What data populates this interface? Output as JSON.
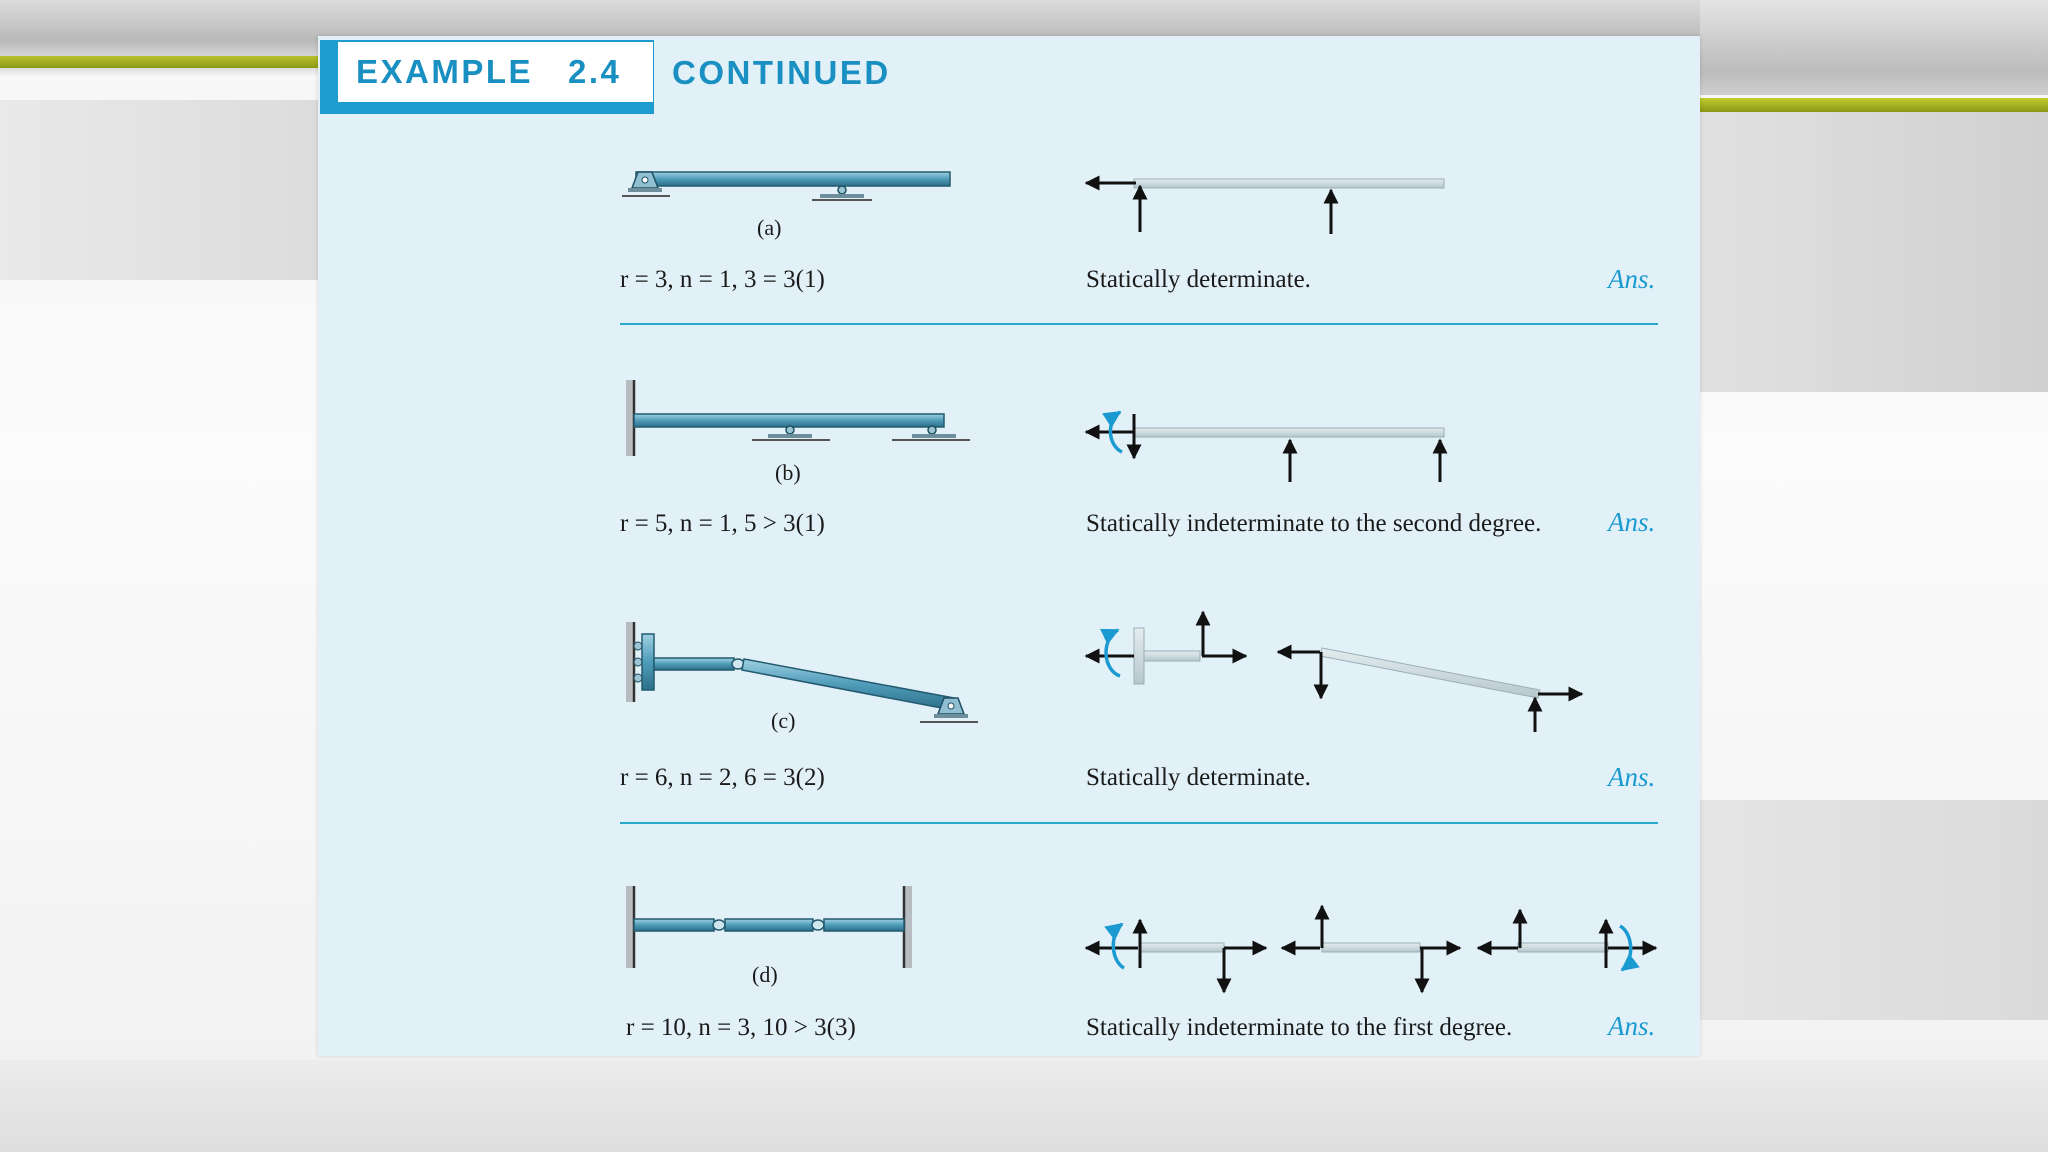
{
  "header": {
    "example": "EXAMPLE   2.4",
    "continued": "CONTINUED"
  },
  "rows": [
    {
      "label": "(a)",
      "equation": "r = 3, n = 1, 3 = 3(1)",
      "result": "Statically determinate.",
      "ans": "Ans."
    },
    {
      "label": "(b)",
      "equation": "r = 5, n = 1, 5 > 3(1)",
      "result": "Statically indeterminate to the second degree.",
      "ans": "Ans."
    },
    {
      "label": "(c)",
      "equation": "r = 6, n = 2, 6 = 3(2)",
      "result": "Statically determinate.",
      "ans": "Ans."
    },
    {
      "label": "(d)",
      "equation": "r = 10, n = 3, 10 > 3(3)",
      "result": "Statically indeterminate to the first degree.",
      "ans": "Ans."
    }
  ],
  "colors": {
    "accent": "#1d9cd0",
    "panel": "#e2f1f8",
    "beam": "#5fa9c4",
    "fbd_beam": "#c8d7dd",
    "moment": "#1a9ad0"
  },
  "icons": [
    "pin-support-icon",
    "roller-support-icon",
    "fixed-support-icon",
    "hinge-icon",
    "force-arrow-icon",
    "moment-arrow-icon"
  ]
}
